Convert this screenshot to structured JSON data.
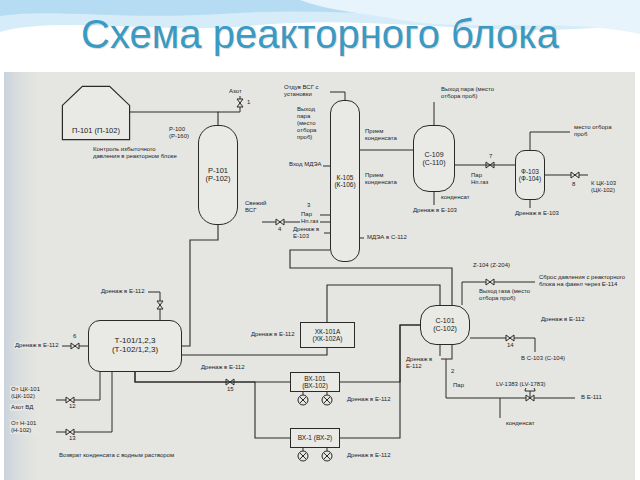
{
  "diagram": {
    "title": "Схема реакторного блока",
    "nodes": [
      {
        "text": [
          "П-101 (П-102)"
        ]
      },
      {
        "text": [
          "Р-101 (Р-102)"
        ]
      },
      {
        "text": [
          "К-105 (К-106)"
        ]
      },
      {
        "text": [
          "С-109 (С-110)"
        ]
      },
      {
        "text": [
          "Ф-103 (Ф-104)"
        ]
      },
      {
        "text": [
          "Т-101/1,2,3 (Т-102/1,2,3)"
        ]
      },
      {
        "text": [
          "ХК-101А (ХК-102А)"
        ]
      },
      {
        "text": [
          "ВХ-101 (ВХ-102)"
        ]
      },
      {
        "text": [
          "ВХ-1 (ВХ-2)"
        ]
      },
      {
        "text": [
          "С-101 (С-102)"
        ]
      }
    ],
    "edges": [
      {
        "from": 0,
        "to": 1,
        "arrow": "none"
      },
      {
        "from": 1,
        "to": 5,
        "arrow": "none"
      },
      {
        "from": 5,
        "to": 7,
        "arrow": "none"
      },
      {
        "from": 5,
        "to": 8,
        "arrow": "none"
      },
      {
        "from": 7,
        "to": 9,
        "arrow": "none"
      },
      {
        "from": 8,
        "to": 9,
        "arrow": "none"
      },
      {
        "from": 9,
        "to": 6,
        "arrow": "none"
      },
      {
        "from": 6,
        "to": 5,
        "arrow": "none"
      },
      {
        "from": 9,
        "to": 2,
        "arrow": "none"
      },
      {
        "from": 2,
        "to": 3,
        "arrow": "none"
      },
      {
        "from": 3,
        "to": 4,
        "arrow": "none"
      }
    ],
    "labels": [
      "Контроль избыточного давления в реакторном блоке",
      "Р-100 (Р-160)",
      "Азот",
      "1",
      "Свежий ВСГ",
      "4",
      "Отдув ВСГ с установки",
      "Выход пара (место отбора проб)",
      "Вход МДЭА",
      "3",
      "Пар Нп.газ",
      "Дренаж в Е-103",
      "Прием конденсата",
      "Прием конденсата",
      "МДЭА в С-112",
      "Выход пара (место отбора проб)",
      "конденсат",
      "Дренаж в Е-103",
      "7",
      "Пар Нп.газ",
      "место отбора проб",
      "8",
      "К ЦК-103 (ЦК-102)",
      "Дренаж в Е-103",
      "Дренаж в Е-112",
      "Дренаж в Е-112",
      "6",
      "Дренаж в Е-112",
      "Дренаж в Е-112",
      "15",
      "Дренаж в Е-112",
      "Дренаж в Е-112",
      "Z-104 (Z-204)",
      "Сброс давления с реакторного блока на факел через Е-114",
      "Выход газа (место отбора проб)",
      "Дренаж в Е-112",
      "Дренаж в Е-112",
      "14",
      "В С-103 (С-104)",
      "2",
      "Пар",
      "LV-1383 (LV-1783)",
      "В Е-111",
      "конденсат",
      "От ЦК-101 (ЦК-102)",
      "Азот ВД",
      "12",
      "От Н-101 (Н-102)",
      "13",
      "Возврат конденсата с водным раствором"
    ]
  }
}
